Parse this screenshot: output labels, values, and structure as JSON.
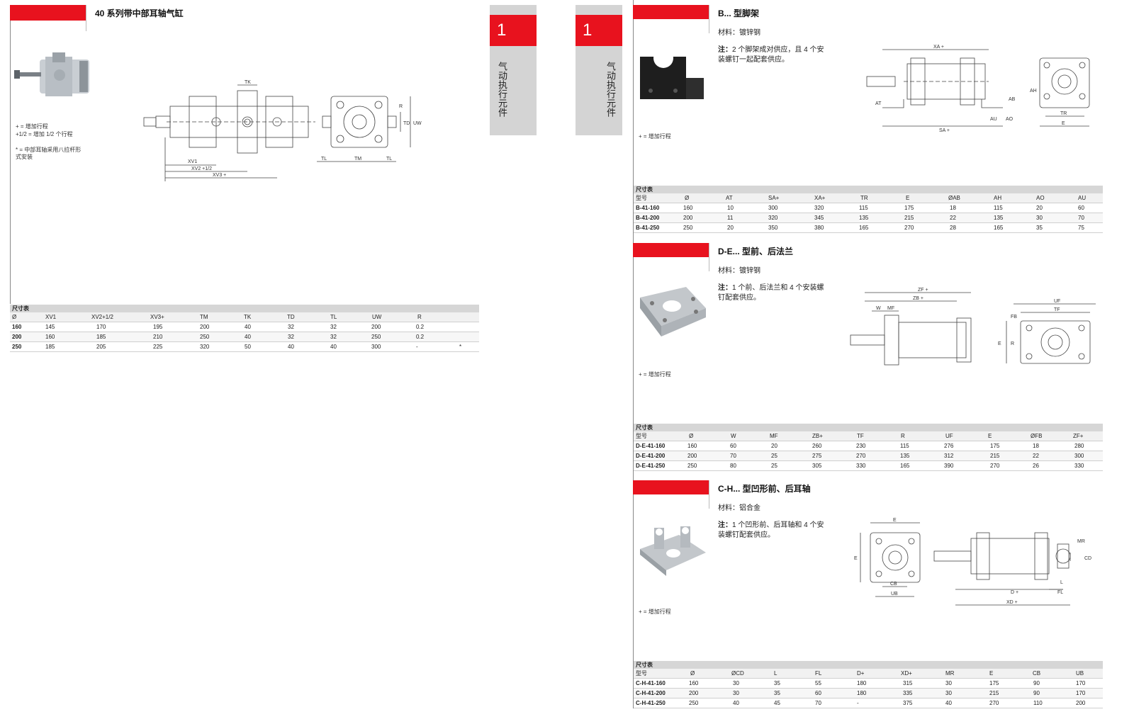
{
  "left": {
    "title": "40 系列带中部耳轴气缸",
    "notes": [
      "+ = 增加行程",
      "+1/2 = 增加 1/2 个行程"
    ],
    "footnote_lines": [
      "* = 中部耳轴采用八拉杆形",
      "式安装"
    ],
    "dims": {
      "tk": "TK",
      "r": "R",
      "td": "TD",
      "uw": "UW",
      "xv1": "XV1",
      "xv2": "XV2 +1/2",
      "xv3": "XV3 +",
      "tl": "TL",
      "tm": "TM"
    },
    "table": {
      "caption": "尺寸表",
      "headers": [
        "Ø",
        "XV1",
        "XV2+1/2",
        "XV3+",
        "TM",
        "TK",
        "TD",
        "TL",
        "UW",
        "R"
      ],
      "rows": [
        [
          "160",
          "145",
          "170",
          "195",
          "200",
          "40",
          "32",
          "32",
          "200",
          "0.2",
          ""
        ],
        [
          "200",
          "160",
          "185",
          "210",
          "250",
          "40",
          "32",
          "32",
          "250",
          "0.2",
          ""
        ],
        [
          "250",
          "185",
          "205",
          "225",
          "320",
          "50",
          "40",
          "40",
          "300",
          "-",
          "*"
        ]
      ]
    }
  },
  "tabs": [
    {
      "num": "1",
      "label": "气动执行元件"
    },
    {
      "num": "1",
      "label": "气动执行元件"
    }
  ],
  "sections": [
    {
      "title": "B... 型脚架",
      "material": "材料：镀锌钢",
      "note_bold": "注：",
      "note_lines": [
        "2 个脚架成对供应，且 4 个安",
        "装螺钉一起配套供应。"
      ],
      "plus_note": "+ = 增加行程",
      "dims": {
        "xa": "XA +",
        "sa": "SA +",
        "at": "AT",
        "ab": "AB",
        "au": "AU",
        "ao": "AO",
        "ah": "AH",
        "tr": "TR",
        "e": "E"
      },
      "table": {
        "caption": "尺寸表",
        "headers": [
          "型号",
          "Ø",
          "AT",
          "SA+",
          "XA+",
          "TR",
          "E",
          "ØAB",
          "AH",
          "AO",
          "AU"
        ],
        "rows": [
          [
            "B-41-160",
            "160",
            "10",
            "300",
            "320",
            "115",
            "175",
            "18",
            "115",
            "20",
            "60"
          ],
          [
            "B-41-200",
            "200",
            "11",
            "320",
            "345",
            "135",
            "215",
            "22",
            "135",
            "30",
            "70"
          ],
          [
            "B-41-250",
            "250",
            "20",
            "350",
            "380",
            "165",
            "270",
            "28",
            "165",
            "35",
            "75"
          ]
        ]
      }
    },
    {
      "title": "D-E... 型前、后法兰",
      "material": "材料：镀锌钢",
      "note_bold": "注：",
      "note_lines": [
        "1 个前、后法兰和 4 个安装螺",
        "钉配套供应。"
      ],
      "plus_note": "+ = 增加行程",
      "dims": {
        "zf": "ZF +",
        "zb": "ZB +",
        "w": "W",
        "mf": "MF",
        "uf": "UF",
        "tf": "TF",
        "fb": "FB",
        "e": "E",
        "r": "R"
      },
      "table": {
        "caption": "尺寸表",
        "headers": [
          "型号",
          "Ø",
          "W",
          "MF",
          "ZB+",
          "TF",
          "R",
          "UF",
          "E",
          "ØFB",
          "ZF+"
        ],
        "rows": [
          [
            "D-E-41-160",
            "160",
            "60",
            "20",
            "260",
            "230",
            "115",
            "276",
            "175",
            "18",
            "280"
          ],
          [
            "D-E-41-200",
            "200",
            "70",
            "25",
            "275",
            "270",
            "135",
            "312",
            "215",
            "22",
            "300"
          ],
          [
            "D-E-41-250",
            "250",
            "80",
            "25",
            "305",
            "330",
            "165",
            "390",
            "270",
            "26",
            "330"
          ]
        ]
      }
    },
    {
      "title": "C-H... 型凹形前、后耳轴",
      "material": "材料：铝合金",
      "note_bold": "注：",
      "note_lines": [
        "1 个凹形前、后耳轴和 4 个安",
        "装螺钉配套供应。"
      ],
      "plus_note": "+ = 增加行程",
      "dims": {
        "e": "E",
        "cb": "CB",
        "ub": "UB",
        "mr": "MR",
        "cd": "CD",
        "l": "L",
        "fl": "FL",
        "d": "D +",
        "xd": "XD +"
      },
      "table": {
        "caption": "尺寸表",
        "headers": [
          "型号",
          "Ø",
          "ØCD",
          "L",
          "FL",
          "D+",
          "XD+",
          "MR",
          "E",
          "CB",
          "UB"
        ],
        "rows": [
          [
            "C-H-41-160",
            "160",
            "30",
            "35",
            "55",
            "180",
            "315",
            "30",
            "175",
            "90",
            "170"
          ],
          [
            "C-H-41-200",
            "200",
            "30",
            "35",
            "60",
            "180",
            "335",
            "30",
            "215",
            "90",
            "170"
          ],
          [
            "C-H-41-250",
            "250",
            "40",
            "45",
            "70",
            "-",
            "375",
            "40",
            "270",
            "110",
            "200"
          ]
        ]
      }
    }
  ]
}
